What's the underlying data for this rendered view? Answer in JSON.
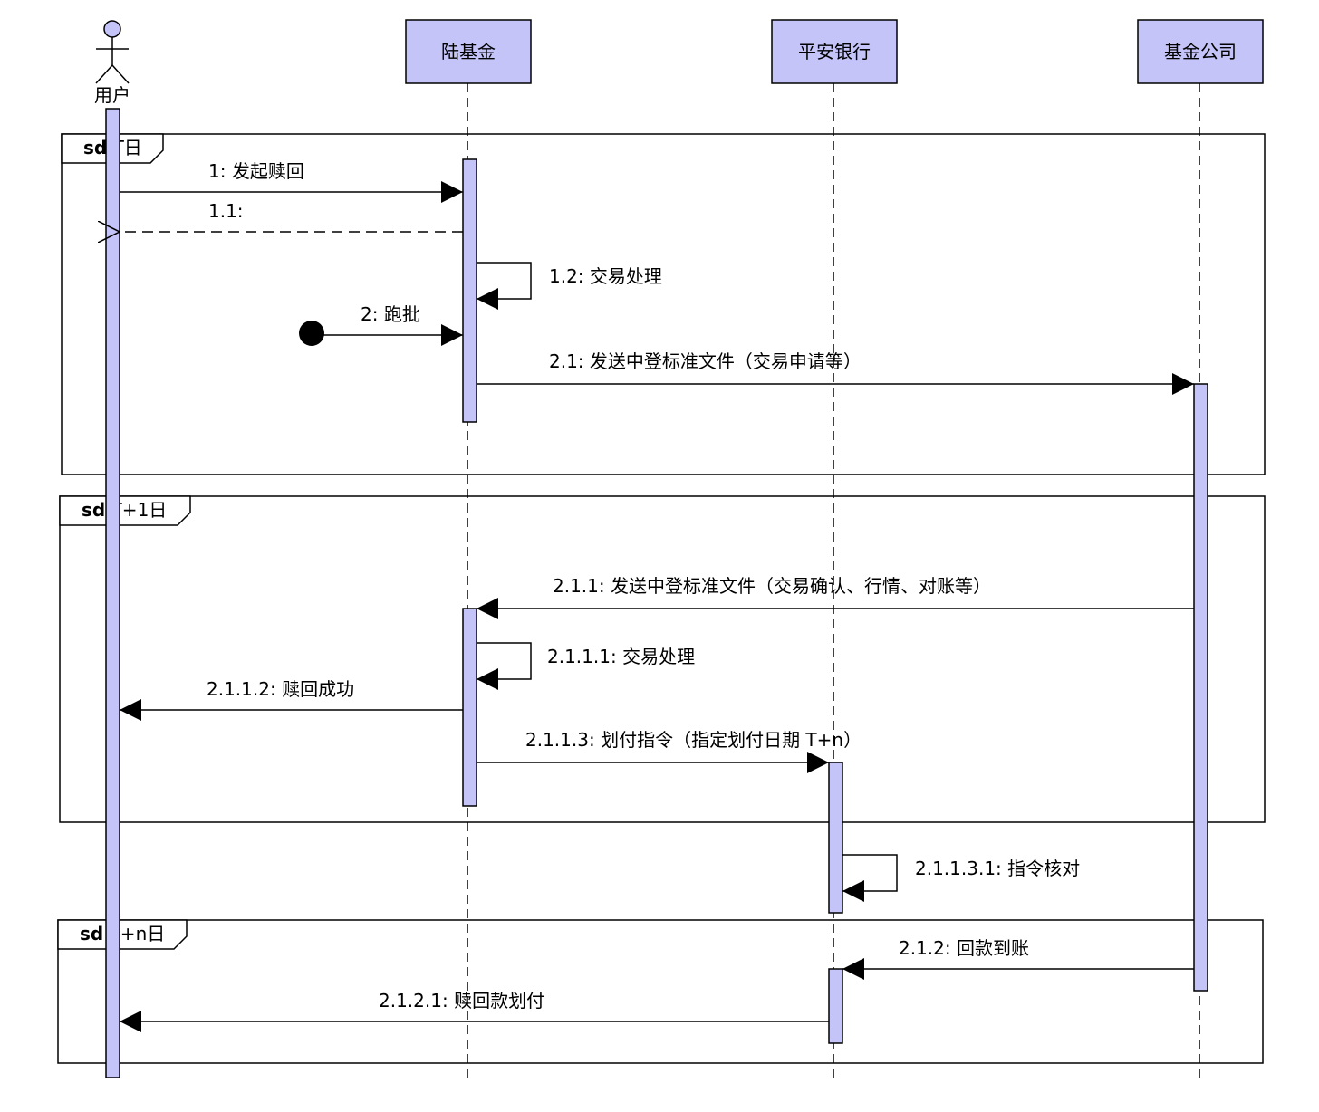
{
  "colors": {
    "participant_fill": "#c4c4f8",
    "activation_fill": "#c4c4f8",
    "line": "#000000",
    "background": "#ffffff"
  },
  "participants": {
    "user": {
      "label": "用户",
      "kind": "actor"
    },
    "lufund": {
      "label": "陆基金",
      "kind": "box"
    },
    "pingan": {
      "label": "平安银行",
      "kind": "box"
    },
    "fundco": {
      "label": "基金公司",
      "kind": "box"
    }
  },
  "frames": [
    {
      "keyword": "sd",
      "name": "T日"
    },
    {
      "keyword": "sd",
      "name": "T+1日"
    },
    {
      "keyword": "sd",
      "name": "T+n日"
    }
  ],
  "messages": [
    {
      "label": "1: 发起赎回",
      "style": "sync"
    },
    {
      "label": "1.1:",
      "style": "return"
    },
    {
      "label": "1.2: 交易处理",
      "style": "self"
    },
    {
      "label": "2: 跑批",
      "style": "found"
    },
    {
      "label": "2.1: 发送中登标准文件（交易申请等）",
      "style": "sync"
    },
    {
      "label": "2.1.1: 发送中登标准文件（交易确认、行情、对账等）",
      "style": "sync"
    },
    {
      "label": "2.1.1.1: 交易处理",
      "style": "self"
    },
    {
      "label": "2.1.1.2: 赎回成功",
      "style": "sync"
    },
    {
      "label": "2.1.1.3: 划付指令（指定划付日期 T+n）",
      "style": "sync"
    },
    {
      "label": "2.1.1.3.1: 指令核对",
      "style": "self"
    },
    {
      "label": "2.1.2: 回款到账",
      "style": "sync"
    },
    {
      "label": "2.1.2.1: 赎回款划付",
      "style": "sync"
    }
  ]
}
